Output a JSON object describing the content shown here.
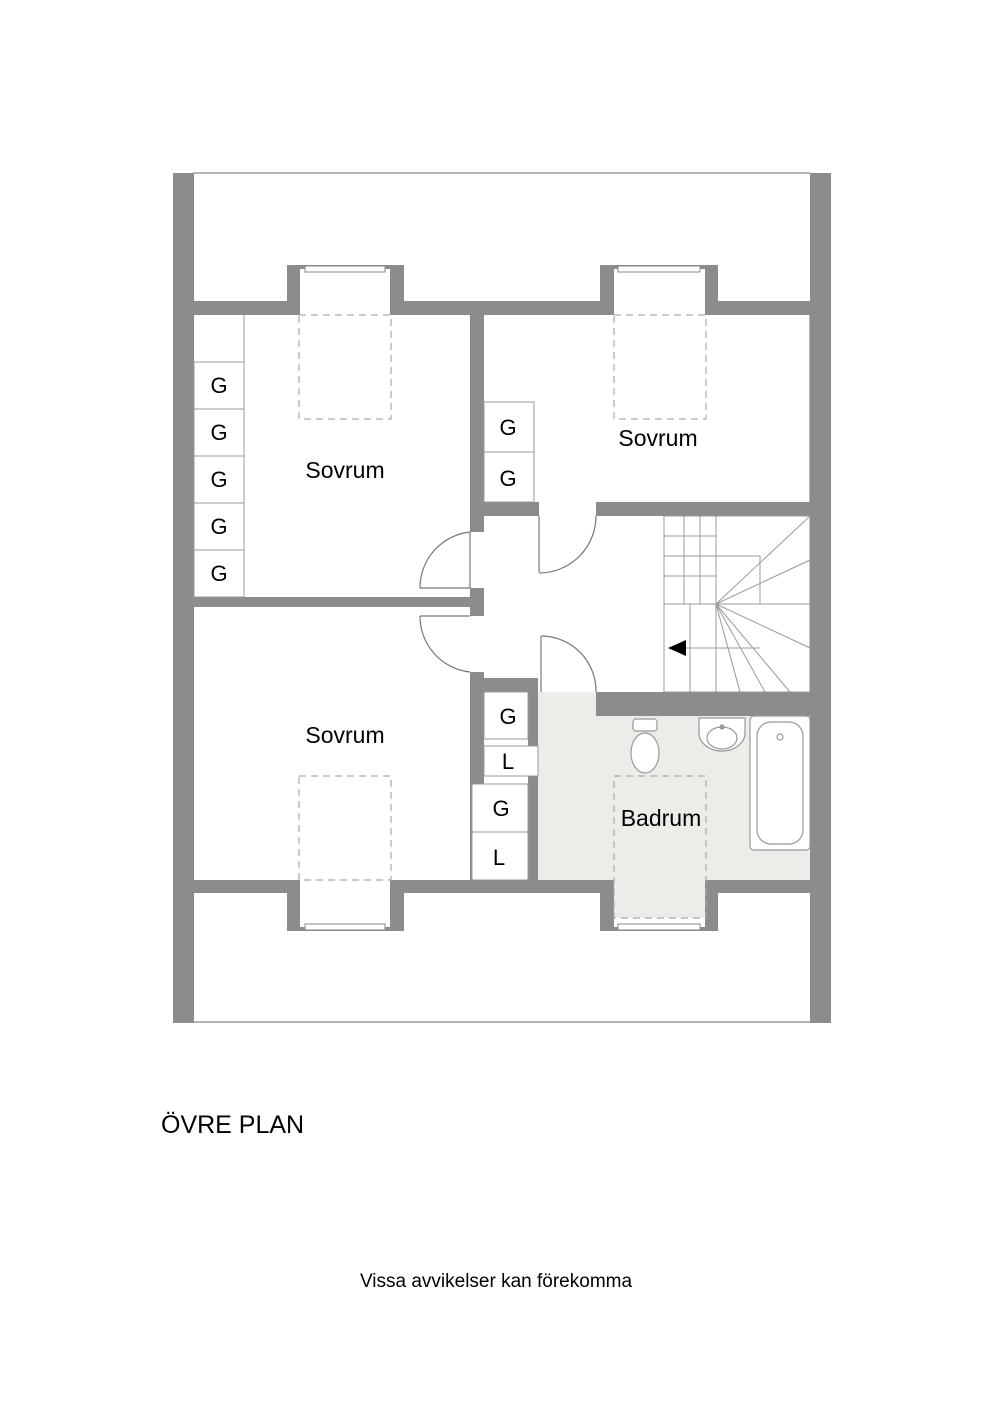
{
  "plan_title": "ÖVRE PLAN",
  "disclaimer": "Vissa avvikelser kan förekomma",
  "rooms": {
    "bedroom_top_left": "Sovrum",
    "bedroom_top_right": "Sovrum",
    "bedroom_bottom_left": "Sovrum",
    "bathroom": "Badrum"
  },
  "closets": {
    "left_column": [
      "G",
      "G",
      "G",
      "G",
      "G"
    ],
    "top_right_column": [
      "G",
      "G"
    ],
    "hall_upper": [
      "G",
      "L"
    ],
    "hall_lower": [
      "G",
      "L"
    ]
  },
  "colors": {
    "wall": "#8c8c8c",
    "bathroom_floor": "#eeece8",
    "line": "#999999"
  }
}
